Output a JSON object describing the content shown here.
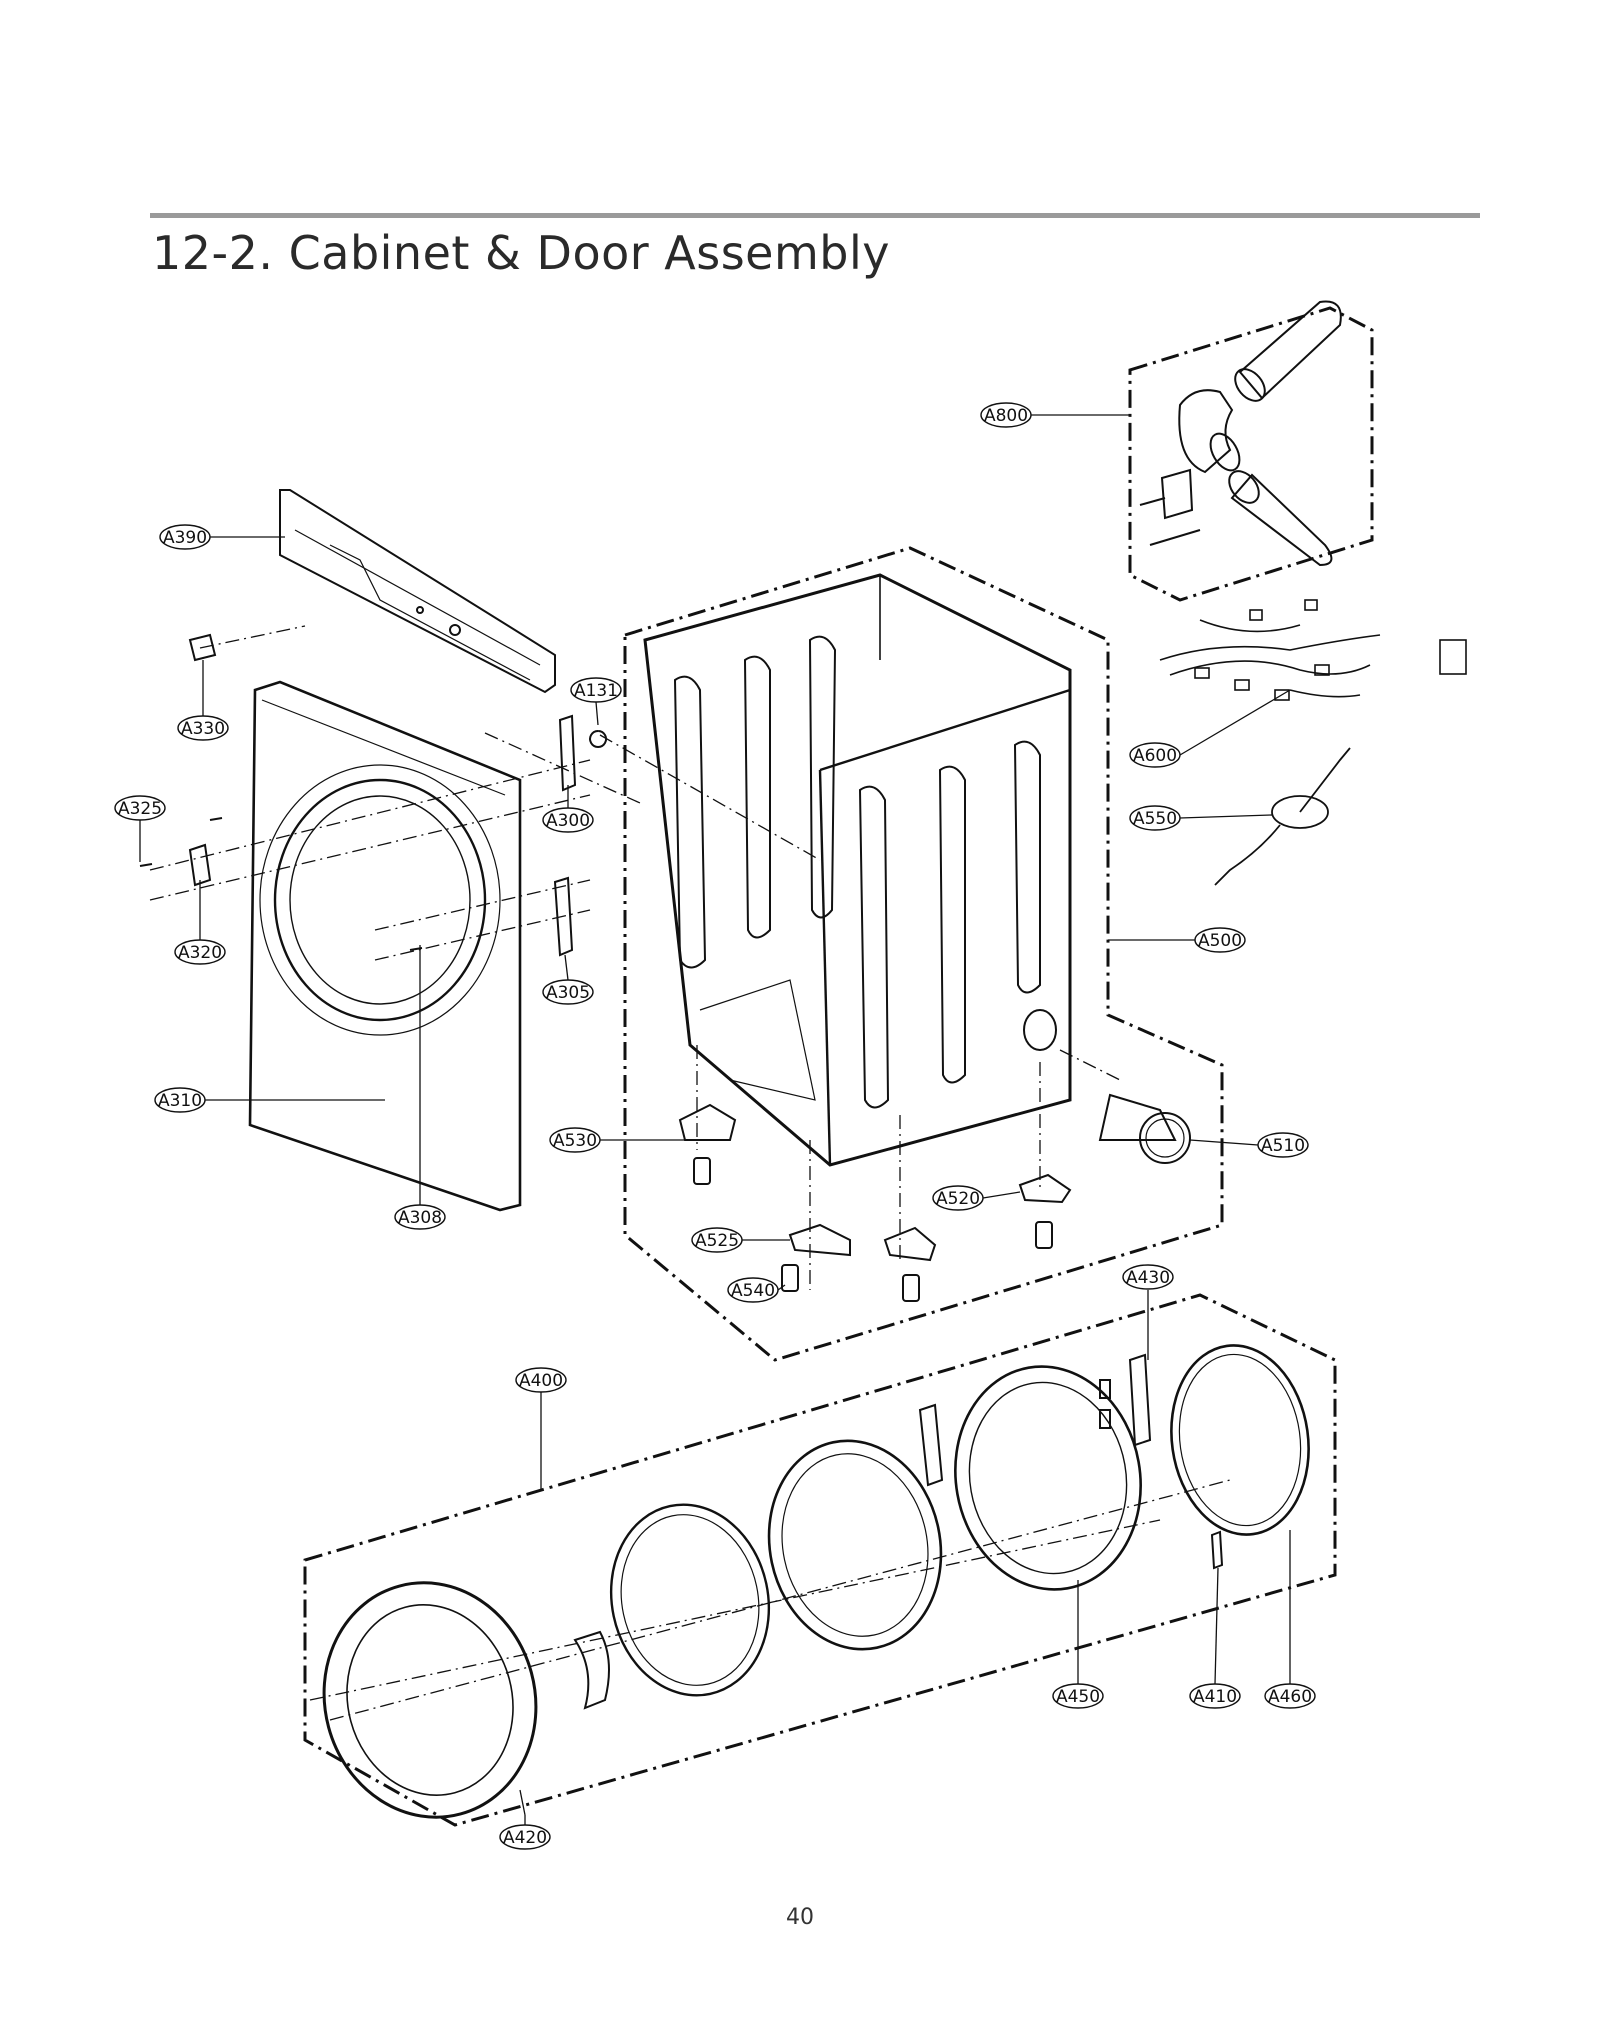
{
  "title": "12-2. Cabinet & Door Assembly",
  "page_number": "40",
  "callouts": {
    "A800": "A800",
    "A390": "A390",
    "A330": "A330",
    "A131": "A131",
    "A325": "A325",
    "A300": "A300",
    "A320": "A320",
    "A305": "A305",
    "A310": "A310",
    "A308": "A308",
    "A530": "A530",
    "A525": "A525",
    "A540": "A540",
    "A520": "A520",
    "A600": "A600",
    "A550": "A550",
    "A500": "A500",
    "A510": "A510",
    "A430": "A430",
    "A400": "A400",
    "A450": "A450",
    "A410": "A410",
    "A460": "A460",
    "A420": "A420"
  },
  "colors": {
    "line": "#111111",
    "rule": "#9a9a9a",
    "text": "#222222"
  }
}
